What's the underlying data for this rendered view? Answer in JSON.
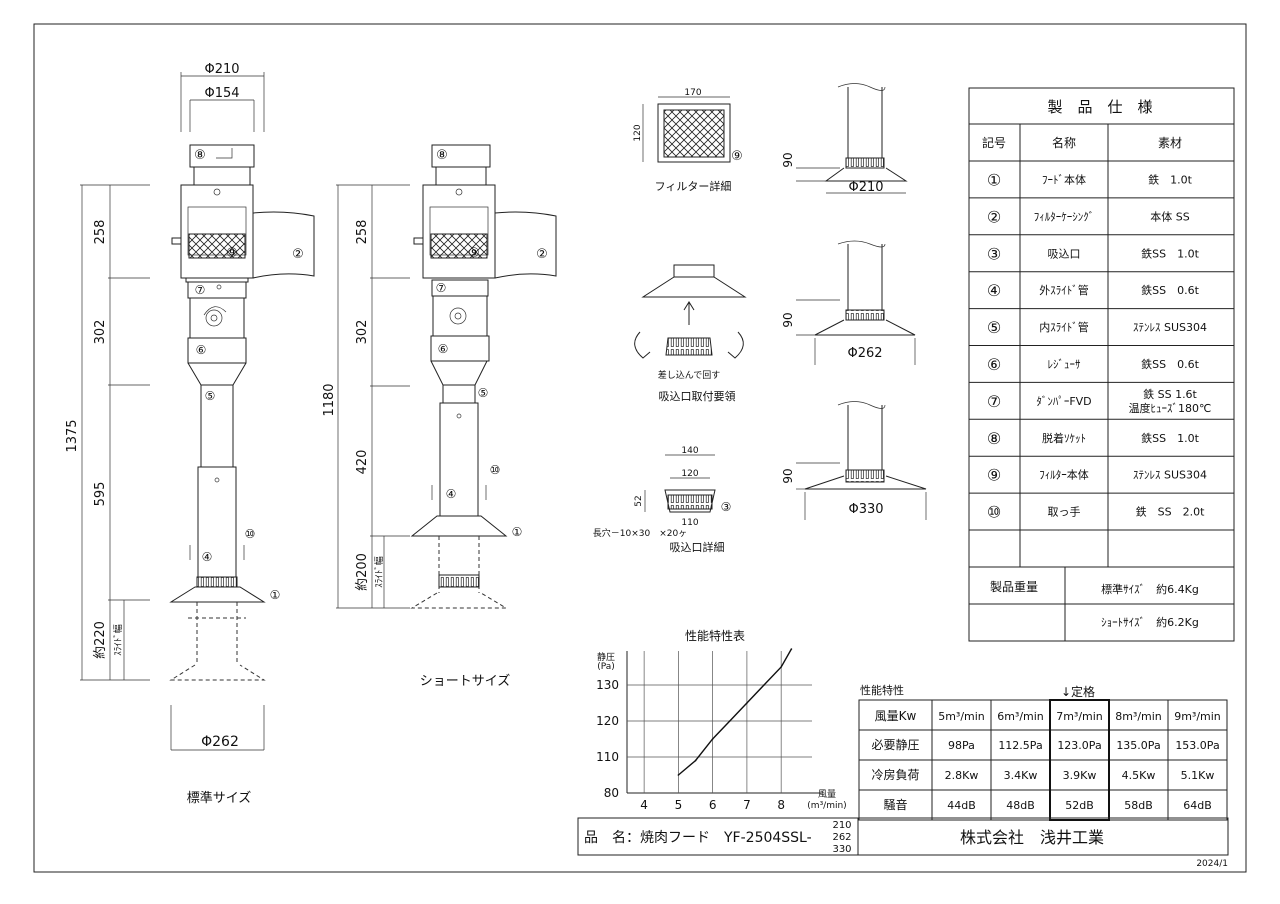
{
  "std": {
    "phi_outer": "Φ210",
    "phi_inner": "Φ154",
    "dim_258": "258",
    "dim_302": "302",
    "dim_595": "595",
    "dim_total": "1375",
    "dim_slide": "約220",
    "slide_label": "ｽﾗｲﾄﾞ幅",
    "phi_base": "Φ262",
    "caption": "標準サイズ"
  },
  "short": {
    "dim_258": "258",
    "dim_302": "302",
    "dim_420": "420",
    "dim_total": "1180",
    "dim_slide": "約200",
    "slide_label": "ｽﾗｲﾄﾞ幅",
    "caption": "ショートサイズ"
  },
  "markers": {
    "m1": "①",
    "m2": "②",
    "m3": "③",
    "m4": "④",
    "m5": "⑤",
    "m6": "⑥",
    "m7": "⑦",
    "m8": "⑧",
    "m9": "⑨",
    "m10": "⑩"
  },
  "filter_detail": {
    "width": "170",
    "height": "120",
    "caption": "フィルター詳細"
  },
  "install": {
    "note": "差し込んで回す",
    "caption": "吸込口取付要領"
  },
  "intake_detail": {
    "top": "140",
    "mid": "120",
    "bottom": "110",
    "height": "52",
    "slot_note": "長穴－10×30　×20ヶ",
    "caption": "吸込口詳細"
  },
  "hoods": [
    {
      "height": "90",
      "phi": "Φ210"
    },
    {
      "height": "90",
      "phi": "Φ262"
    },
    {
      "height": "90",
      "phi": "Φ330"
    }
  ],
  "spec": {
    "title": "製　品　仕　様",
    "headers": [
      "記号",
      "名称",
      "素材"
    ],
    "rows": [
      {
        "no": "①",
        "name": "ﾌｰﾄﾞ本体",
        "material": "鉄　1.0t"
      },
      {
        "no": "②",
        "name": "ﾌｨﾙﾀｰｹｰｼﾝｸﾞ",
        "material": "本体 SS"
      },
      {
        "no": "③",
        "name": "吸込口",
        "material": "鉄SS　1.0t"
      },
      {
        "no": "④",
        "name": "外ｽﾗｲﾄﾞ管",
        "material": "鉄SS　0.6t"
      },
      {
        "no": "⑤",
        "name": "内ｽﾗｲﾄﾞ管",
        "material": "ｽﾃﾝﾚｽ SUS304"
      },
      {
        "no": "⑥",
        "name": "ﾚｼﾞｭｰｻ",
        "material": "鉄SS　0.6t"
      },
      {
        "no": "⑦",
        "name": "ﾀﾞﾝﾊﾟｰFVD",
        "material": "鉄 SS 1.6t",
        "material2": "温度ﾋｭｰｽﾞ180℃"
      },
      {
        "no": "⑧",
        "name": "脱着ｿｹｯﾄ",
        "material": "鉄SS　1.0t"
      },
      {
        "no": "⑨",
        "name": "ﾌｨﾙﾀｰ本体",
        "material": "ｽﾃﾝﾚｽ SUS304"
      },
      {
        "no": "⑩",
        "name": "取っ手",
        "material": "鉄　SS　2.0t"
      }
    ],
    "weight_label": "製品重量",
    "weight_std": "標準ｻｲｽﾞ　約6.4Kg",
    "weight_short": "ｼｮｰﾄｻｲｽﾞ　約6.2Kg"
  },
  "chart_data": {
    "type": "line",
    "title": "性能特性表",
    "ylabel": "静圧",
    "yunit": "(Pa)",
    "xlabel": "風量",
    "xunit": "(m³/min)",
    "xlim": [
      3.5,
      8.9
    ],
    "ylim": [
      80,
      140
    ],
    "xticks": [
      4,
      5,
      6,
      7,
      8
    ],
    "yticks": [
      80,
      110,
      120,
      130
    ],
    "grid": true,
    "series": [
      {
        "x": [
          5.0,
          5.5,
          6.0,
          6.5,
          7.0,
          7.5,
          8.0,
          8.3
        ],
        "y": [
          105,
          109,
          115,
          120,
          125,
          130,
          135,
          140
        ]
      }
    ]
  },
  "perf": {
    "section_label": "性能特性",
    "rated_label": "↓定格",
    "headers": [
      "風量Kw",
      "5m³/min",
      "6m³/min",
      "7m³/min",
      "8m³/min",
      "9m³/min"
    ],
    "rows": [
      {
        "label": "必要静圧",
        "values": [
          "98Pa",
          "112.5Pa",
          "123.0Pa",
          "135.0Pa",
          "153.0Pa"
        ]
      },
      {
        "label": "冷房負荷",
        "values": [
          "2.8Kw",
          "3.4Kw",
          "3.9Kw",
          "4.5Kw",
          "5.1Kw"
        ]
      },
      {
        "label": "騒音",
        "values": [
          "44dB",
          "48dB",
          "52dB",
          "58dB",
          "64dB"
        ]
      }
    ]
  },
  "title_block": {
    "product": "品　名：焼肉フード　YF-2504SSL-",
    "sizes": [
      "210",
      "262",
      "330"
    ],
    "company": "株式会社　浅井工業",
    "date": "2024/1"
  }
}
